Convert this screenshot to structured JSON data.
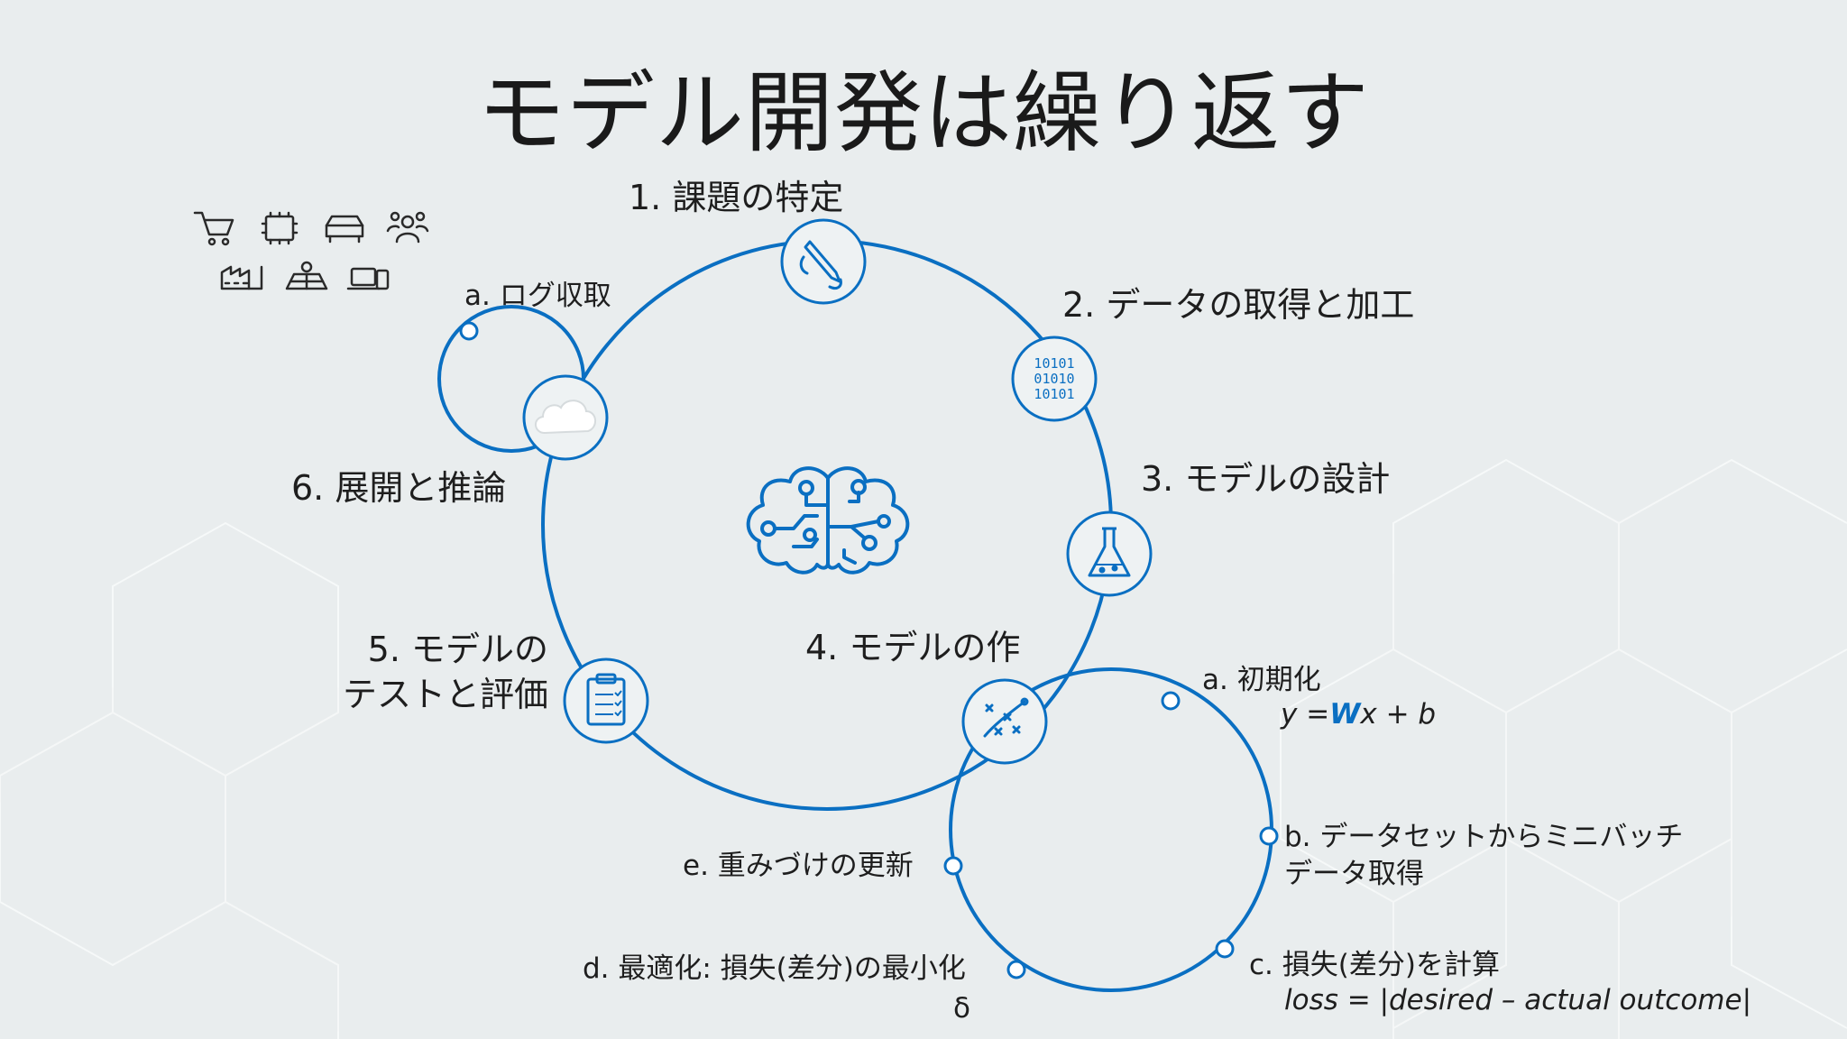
{
  "title": "モデル開発は繰り返す",
  "steps": {
    "s1": "1. 課題の特定",
    "s2": "2. データの取得と加工",
    "s3": "3. モデルの設計",
    "s4": "4. モデルの作",
    "s5_line1": "5. モデルの",
    "s5_line2": "テストと評価",
    "s6": "6. 展開と推論"
  },
  "log_loop": {
    "a": "a. ログ収取"
  },
  "training_loop": {
    "a": "a. 初期化",
    "a_formula_pre": "y =",
    "a_formula_w": "W",
    "a_formula_post": "x + b",
    "b_line1": "b. データセットからミニバッチ",
    "b_line2": "データ取得",
    "c": "c. 損失(差分)を計算",
    "c_formula": "loss = |desired – actual outcome|",
    "d": "d. 最適化: 損失(差分)の最小化",
    "d_symbol": "δ",
    "e": "e. 重みづけの更新"
  },
  "colors": {
    "accent": "#0a6fc2",
    "background": "#e9edee",
    "text": "#1e1e1e"
  },
  "icons": {
    "industries": [
      "shopping-cart-icon",
      "chip-icon",
      "car-icon",
      "people-icon",
      "factory-icon",
      "map-icon",
      "devices-icon"
    ],
    "center": "brain-circuit-icon",
    "s1": "pencil-hand-icon",
    "s2": "binary-data-icon",
    "s3": "flask-icon",
    "s4": "chart-xy-icon",
    "s5": "clipboard-checklist-icon",
    "s6": "cloud-icon"
  }
}
